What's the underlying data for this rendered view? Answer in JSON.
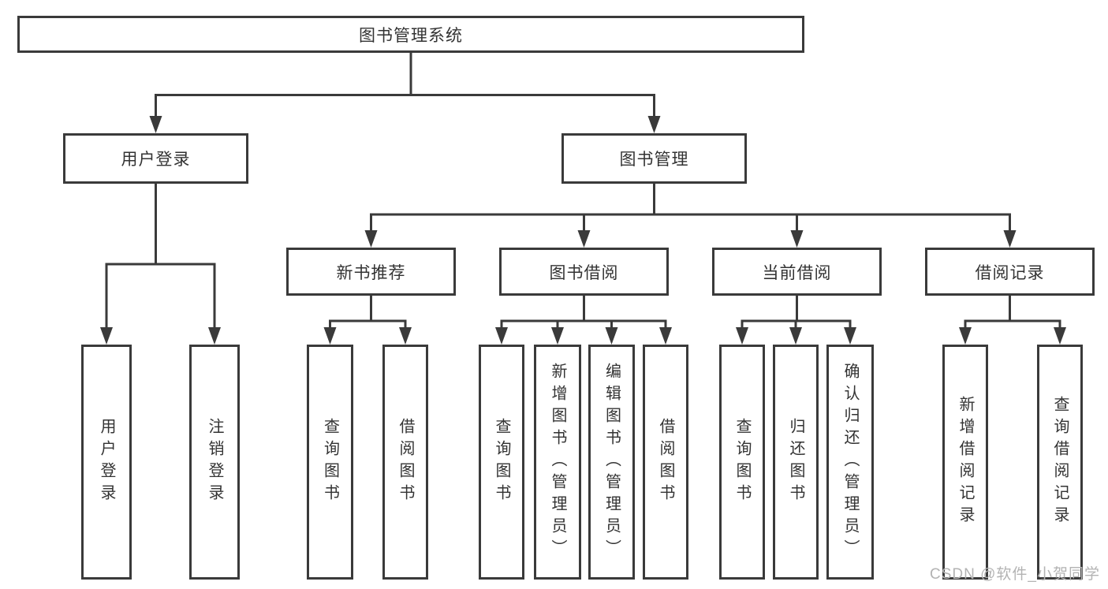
{
  "tree": {
    "root": {
      "label": "图书管理系统"
    },
    "level2": {
      "user_login": {
        "label": "用户登录"
      },
      "book_management": {
        "label": "图书管理"
      }
    },
    "level3": {
      "new_book_recommend": {
        "label": "新书推荐"
      },
      "book_borrow": {
        "label": "图书借阅"
      },
      "current_borrow": {
        "label": "当前借阅"
      },
      "borrow_records": {
        "label": "借阅记录"
      }
    },
    "leaves": {
      "login": {
        "label": "用户登录"
      },
      "logout": {
        "label": "注销登录"
      },
      "nb_query_books": {
        "label": "查询图书"
      },
      "nb_borrow_books": {
        "label": "借阅图书"
      },
      "bb_query_books": {
        "label": "查询图书"
      },
      "bb_add_books": {
        "label": "新增图书（管理员）"
      },
      "bb_edit_books": {
        "label": "编辑图书（管理员）"
      },
      "bb_borrow_books": {
        "label": "借阅图书"
      },
      "cb_query_books": {
        "label": "查询图书"
      },
      "cb_return_books": {
        "label": "归还图书"
      },
      "cb_confirm_return": {
        "label": "确认归还（管理员）"
      },
      "br_add_record": {
        "label": "新增借阅记录"
      },
      "br_query_record": {
        "label": "查询借阅记录"
      }
    }
  },
  "watermark": {
    "text": "CSDN @软件_小贺同学"
  },
  "colors": {
    "line": "#3a3a3a",
    "box_border": "#3a3a3a",
    "text": "#333333",
    "background": "#ffffff",
    "watermark": "#b3b3b3"
  }
}
